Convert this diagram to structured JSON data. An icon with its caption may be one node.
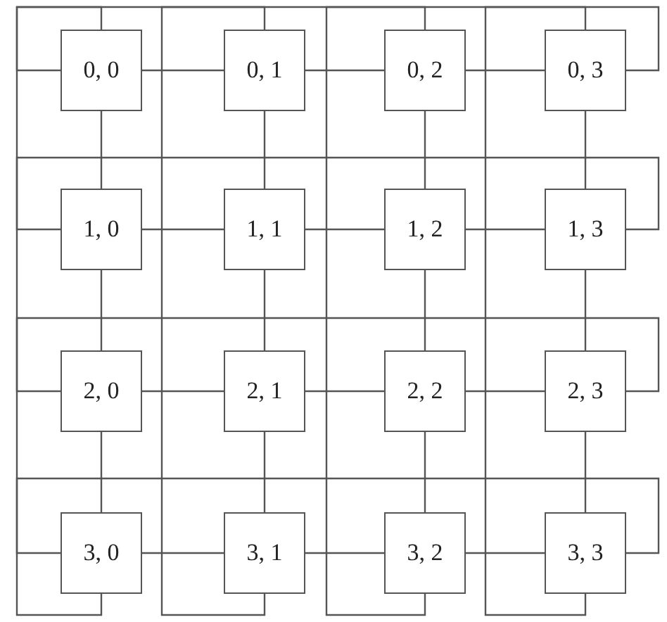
{
  "diagram": {
    "nodes": [
      {
        "text": [
          "0, 0"
        ]
      },
      {
        "text": [
          "0, 1"
        ]
      },
      {
        "text": [
          "0, 2"
        ]
      },
      {
        "text": [
          "0, 3"
        ]
      },
      {
        "text": [
          "1, 0"
        ]
      },
      {
        "text": [
          "1, 1"
        ]
      },
      {
        "text": [
          "1, 2"
        ]
      },
      {
        "text": [
          "1, 3"
        ]
      },
      {
        "text": [
          "2, 0"
        ]
      },
      {
        "text": [
          "2, 1"
        ]
      },
      {
        "text": [
          "2, 2"
        ]
      },
      {
        "text": [
          "2, 3"
        ]
      },
      {
        "text": [
          "3, 0"
        ]
      },
      {
        "text": [
          "3, 1"
        ]
      },
      {
        "text": [
          "3, 2"
        ]
      },
      {
        "text": [
          "3, 3"
        ]
      }
    ],
    "edges": [
      {
        "from": 0,
        "to": 1,
        "arrow": "none"
      },
      {
        "from": 1,
        "to": 2,
        "arrow": "none"
      },
      {
        "from": 2,
        "to": 3,
        "arrow": "none"
      },
      {
        "from": 4,
        "to": 5,
        "arrow": "none"
      },
      {
        "from": 5,
        "to": 6,
        "arrow": "none"
      },
      {
        "from": 6,
        "to": 7,
        "arrow": "none"
      },
      {
        "from": 8,
        "to": 9,
        "arrow": "none"
      },
      {
        "from": 9,
        "to": 10,
        "arrow": "none"
      },
      {
        "from": 10,
        "to": 11,
        "arrow": "none"
      },
      {
        "from": 12,
        "to": 13,
        "arrow": "none"
      },
      {
        "from": 13,
        "to": 14,
        "arrow": "none"
      },
      {
        "from": 14,
        "to": 15,
        "arrow": "none"
      },
      {
        "from": 0,
        "to": 4,
        "arrow": "none"
      },
      {
        "from": 4,
        "to": 8,
        "arrow": "none"
      },
      {
        "from": 8,
        "to": 12,
        "arrow": "none"
      },
      {
        "from": 1,
        "to": 5,
        "arrow": "none"
      },
      {
        "from": 5,
        "to": 9,
        "arrow": "none"
      },
      {
        "from": 9,
        "to": 13,
        "arrow": "none"
      },
      {
        "from": 2,
        "to": 6,
        "arrow": "none"
      },
      {
        "from": 6,
        "to": 10,
        "arrow": "none"
      },
      {
        "from": 10,
        "to": 14,
        "arrow": "none"
      },
      {
        "from": 3,
        "to": 7,
        "arrow": "none"
      },
      {
        "from": 7,
        "to": 11,
        "arrow": "none"
      },
      {
        "from": 11,
        "to": 15,
        "arrow": "none"
      },
      {
        "from": 3,
        "to": 0,
        "arrow": "none"
      },
      {
        "from": 7,
        "to": 4,
        "arrow": "none"
      },
      {
        "from": 11,
        "to": 8,
        "arrow": "none"
      },
      {
        "from": 15,
        "to": 12,
        "arrow": "none"
      },
      {
        "from": 12,
        "to": 0,
        "arrow": "none"
      },
      {
        "from": 13,
        "to": 1,
        "arrow": "none"
      },
      {
        "from": 14,
        "to": 2,
        "arrow": "none"
      },
      {
        "from": 15,
        "to": 3,
        "arrow": "none"
      }
    ]
  }
}
